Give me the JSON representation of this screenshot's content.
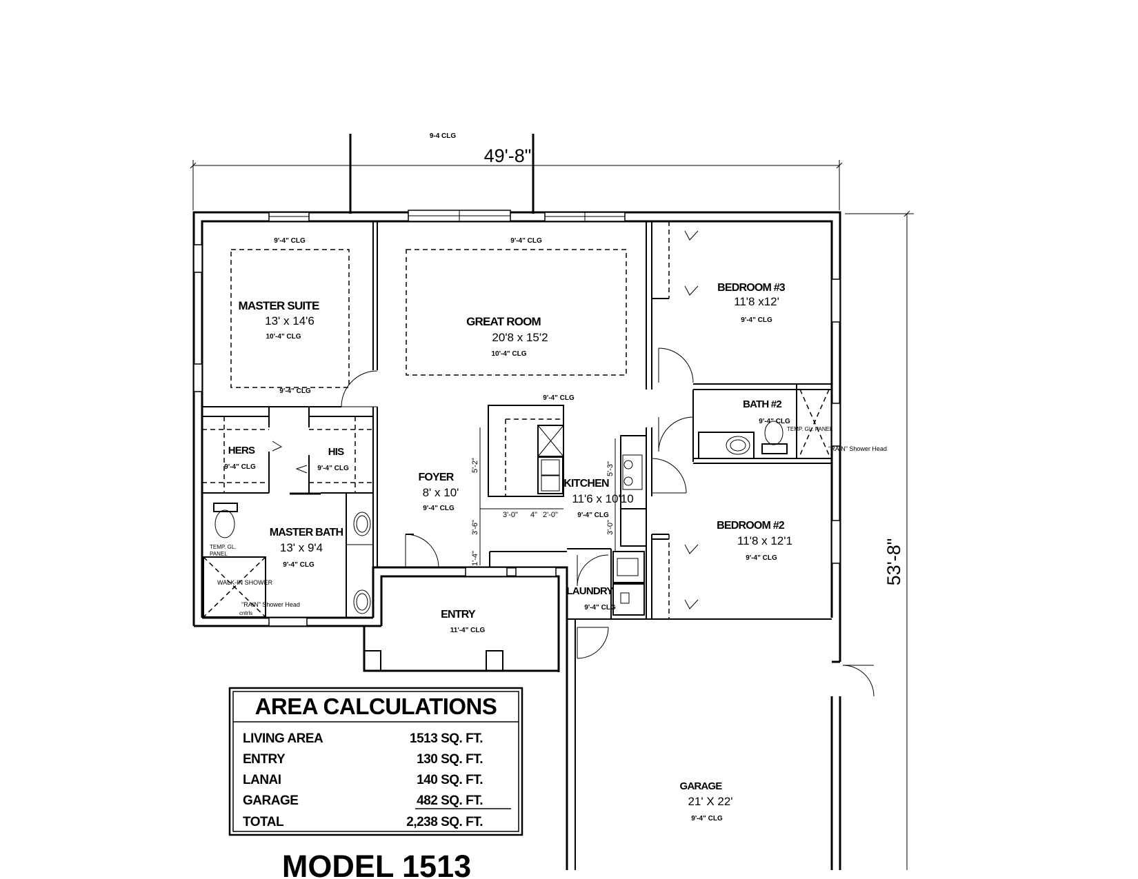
{
  "plan": {
    "model_title": "MODEL 1513",
    "overall_width_dim": "49'-8\"",
    "overall_depth_dim": "53'-8\"",
    "top_clg_note": "9-4 CLG"
  },
  "rooms": {
    "master_suite": {
      "name": "MASTER SUITE",
      "size": "13' x 14'6",
      "clg": "10'-4\" CLG",
      "clg_top": "9'-4\" CLG",
      "clg_bottom": "9'-4\" CLG"
    },
    "great_room": {
      "name": "GREAT ROOM",
      "size": "20'8 x 15'2",
      "clg": "10'-4\" CLG",
      "clg_top": "9'-4\" CLG"
    },
    "bedroom3": {
      "name": "BEDROOM #3",
      "size": "11'8 x12'",
      "clg": "9'-4\" CLG"
    },
    "bath2": {
      "name": "BATH #2",
      "clg": "9'-4\" CLG",
      "temp_panel": "TEMP. GL. PANEL",
      "shower_head": "\"RAIN\" Shower Head"
    },
    "hers": {
      "name": "HERS",
      "clg": "9'-4\" CLG"
    },
    "his": {
      "name": "HIS",
      "clg": "9'-4\" CLG"
    },
    "foyer": {
      "name": "FOYER",
      "size": "8' x 10'",
      "clg": "9'-4\" CLG"
    },
    "kitchen": {
      "name": "KITCHEN",
      "size": "11'6 x 10'10",
      "clg": "9'-4\" CLG",
      "clg_top": "9'-4\" CLG"
    },
    "bedroom2": {
      "name": "BEDROOM #2",
      "size": "11'8 x 12'1",
      "clg": "9'-4\" CLG"
    },
    "master_bath": {
      "name": "MASTER BATH",
      "size": "13' x 9'4",
      "clg": "9'-4\" CLG",
      "temp_panel_1": "TEMP. GL.",
      "temp_panel_2": "PANEL",
      "walk_in": "WALK-IN SHOWER",
      "shower_head": "\"RAIN\" Shower Head",
      "cntrls": "cntrls"
    },
    "laundry": {
      "name": "LAUNDRY",
      "clg": "9'-4\" CLG"
    },
    "entry": {
      "name": "ENTRY",
      "clg": "11'-4\" CLG"
    },
    "garage": {
      "name": "GARAGE",
      "size": "21' X 22'",
      "clg": "9'-4\" CLG"
    }
  },
  "kitchen_dims": {
    "d1": "3'-0\"",
    "d2": "2'-0\"",
    "d3": "4\"",
    "v1": "5'-2\"",
    "v2": "3'-6\"",
    "v3": "1'-4\"",
    "v4": "5'-3\"",
    "v5": "3'-0\""
  },
  "area_calculations": {
    "title": "AREA CALCULATIONS",
    "rows": [
      {
        "label": "LIVING AREA",
        "value": "1513 SQ. FT."
      },
      {
        "label": "ENTRY",
        "value": "130 SQ. FT."
      },
      {
        "label": "LANAI",
        "value": "140 SQ. FT."
      },
      {
        "label": "GARAGE",
        "value": "482 SQ. FT."
      },
      {
        "label": "TOTAL",
        "value": "2,238 SQ. FT."
      }
    ]
  }
}
